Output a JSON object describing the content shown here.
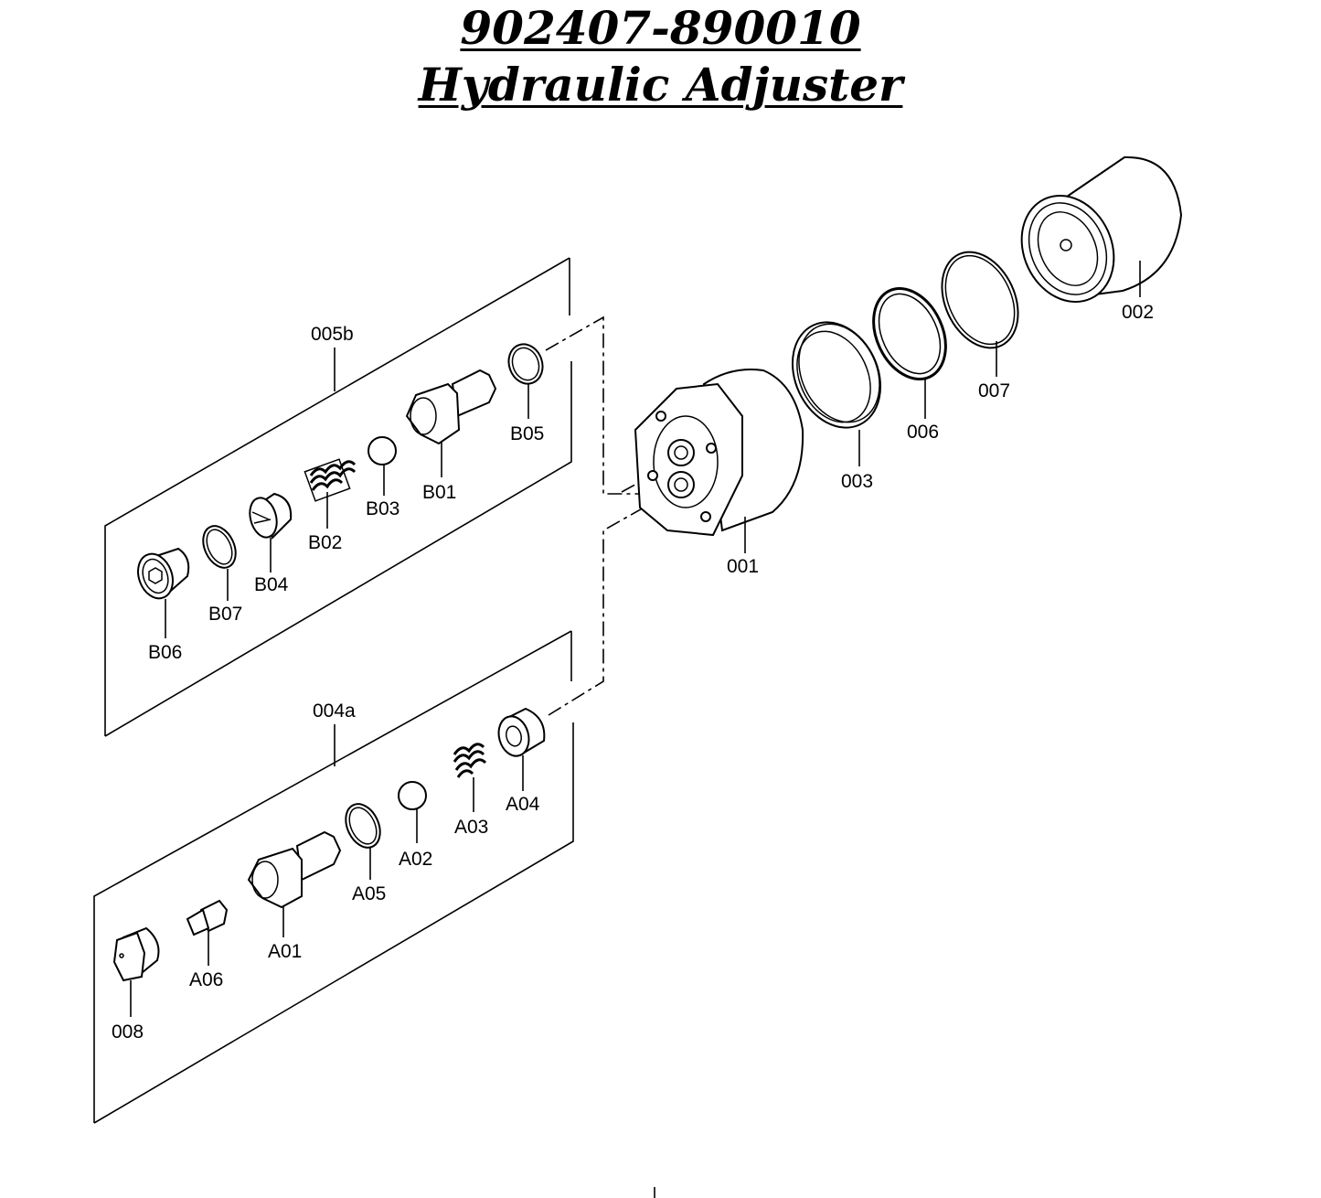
{
  "title": {
    "part_number": "902407-890010",
    "name": "Hydraulic Adjuster"
  },
  "labels": {
    "p001": "001",
    "p002": "002",
    "p003": "003",
    "p006": "006",
    "p007": "007",
    "p008": "008",
    "g005b": "005b",
    "g004a": "004a",
    "B01": "B01",
    "B02": "B02",
    "B03": "B03",
    "B04": "B04",
    "B05": "B05",
    "B06": "B06",
    "B07": "B07",
    "A01": "A01",
    "A02": "A02",
    "A03": "A03",
    "A04": "A04",
    "A05": "A05",
    "A06": "A06"
  }
}
